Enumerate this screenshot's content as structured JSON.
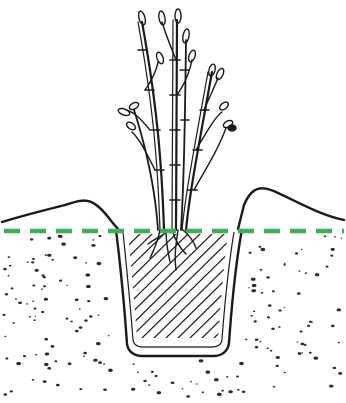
{
  "illustration": {
    "subject": "planting-diagram",
    "elements": [
      "bamboo-plant",
      "root-ball",
      "planting-hole",
      "soil",
      "ground-level-line"
    ],
    "colors": {
      "ink": "#1a1a1a",
      "ground_line": "#3fae5a",
      "background": "#ffffff",
      "soil_speck": "#2b2b2b"
    }
  }
}
